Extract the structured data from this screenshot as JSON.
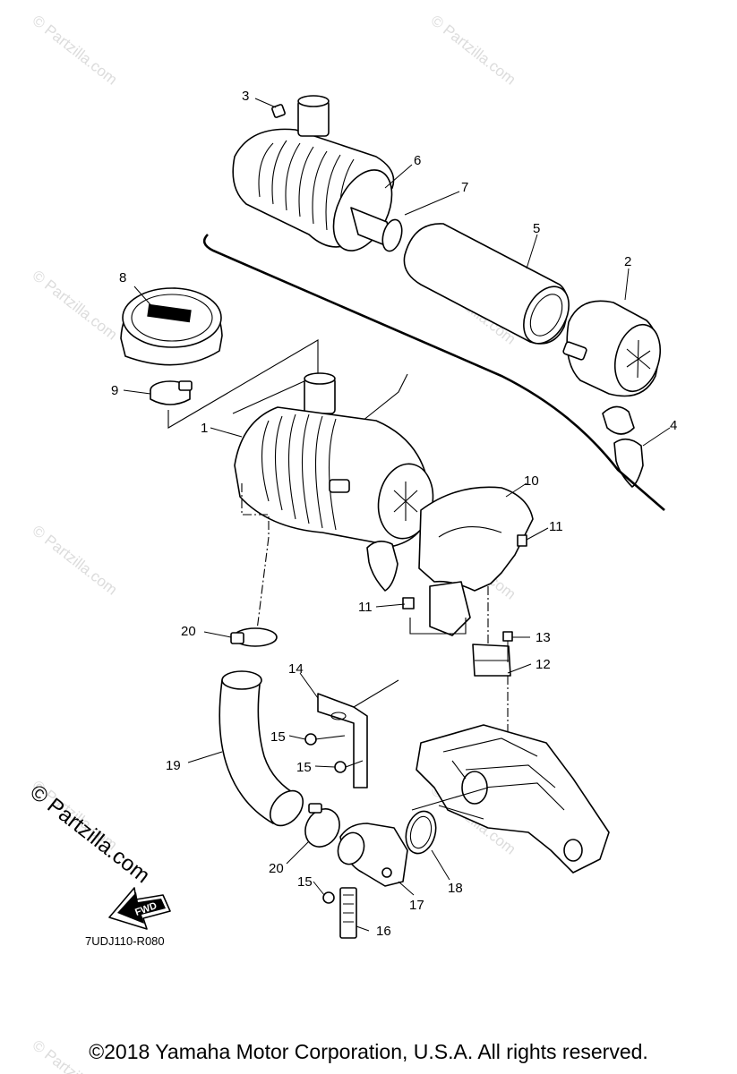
{
  "watermark": {
    "text": "© Partzilla.com"
  },
  "diagram": {
    "code": "7UDJ110-R080",
    "direction_marker": "FWD",
    "brand_mark": "© Partzilla.com"
  },
  "callouts": {
    "c1": "1",
    "c2": "2",
    "c3": "3",
    "c4": "4",
    "c5": "5",
    "c6": "6",
    "c7": "7",
    "c8": "8",
    "c9": "9",
    "c10": "10",
    "c11a": "11",
    "c11b": "11",
    "c12": "12",
    "c13": "13",
    "c14": "14",
    "c15a": "15",
    "c15b": "15",
    "c15c": "15",
    "c16": "16",
    "c17": "17",
    "c18": "18",
    "c19": "19",
    "c20a": "20",
    "c20b": "20"
  },
  "footer": {
    "copyright": "©2018  Yamaha Motor Corporation, U.S.A. All rights reserved."
  }
}
